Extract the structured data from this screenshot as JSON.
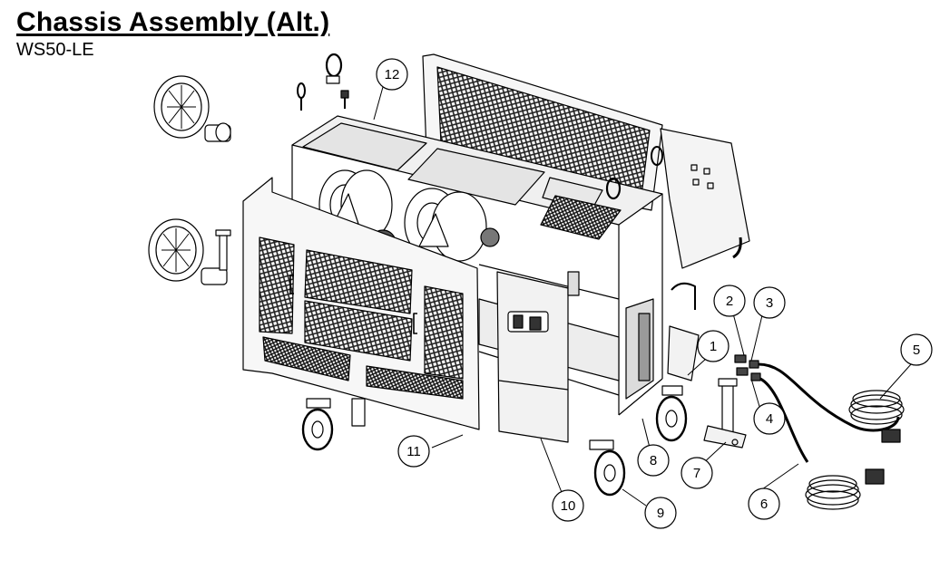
{
  "header": {
    "title": "Chassis Assembly (Alt.)",
    "subtitle": "WS50-LE"
  },
  "callouts": [
    {
      "label": "1"
    },
    {
      "label": "2"
    },
    {
      "label": "3"
    },
    {
      "label": "4"
    },
    {
      "label": "5"
    },
    {
      "label": "6"
    },
    {
      "label": "7"
    },
    {
      "label": "8"
    },
    {
      "label": "9"
    },
    {
      "label": "10"
    },
    {
      "label": "11"
    },
    {
      "label": "12"
    }
  ],
  "colors": {
    "line": "#000000",
    "mesh": "#3a3a3a",
    "panel": "#f4f4f4"
  }
}
